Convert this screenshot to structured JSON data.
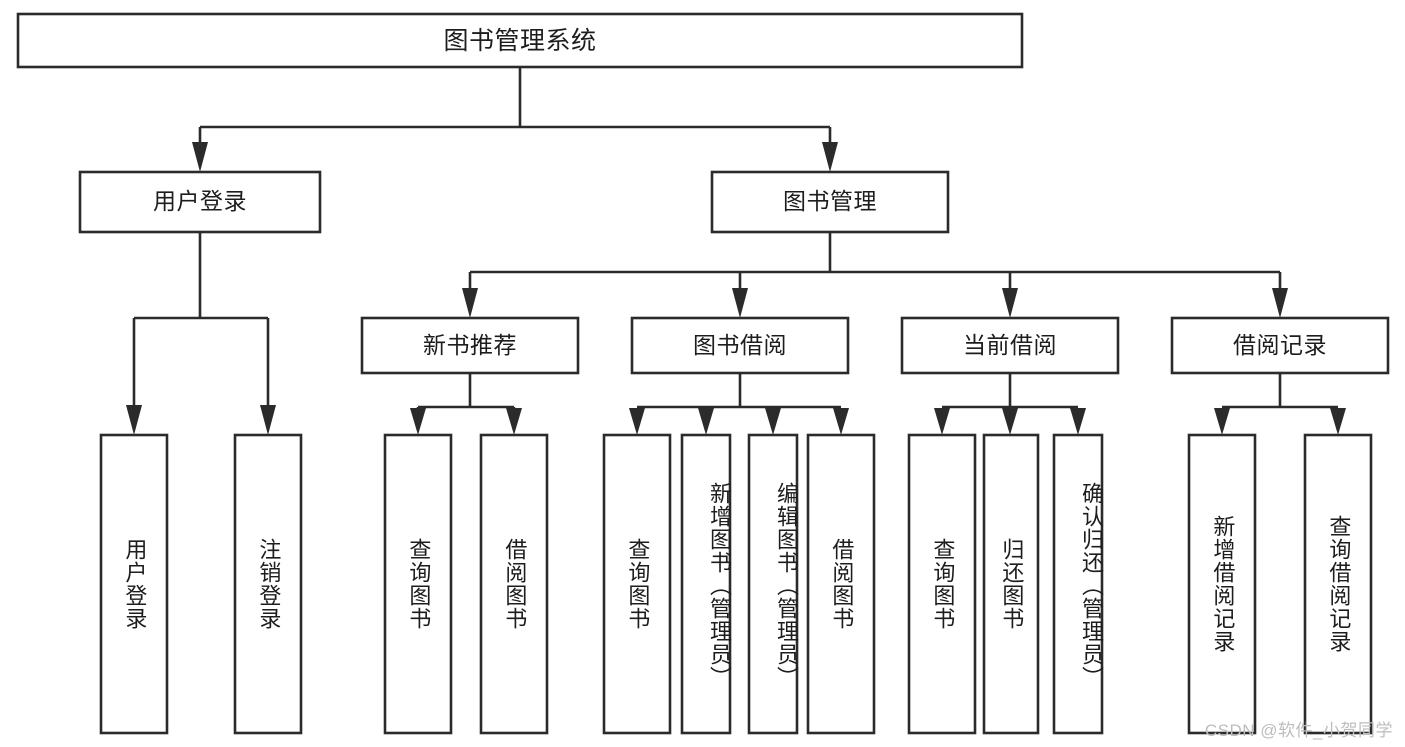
{
  "diagram": {
    "type": "tree",
    "title": "图书管理系统",
    "watermark": "CSDN @软件_小贺同学",
    "colors": {
      "stroke": "#2b2b2b",
      "box_fill": "#ffffff",
      "text": "#1d1d1d",
      "background": "#ffffff",
      "watermark": "#bdbdbd"
    },
    "root": {
      "label": "图书管理系统"
    },
    "level2": [
      {
        "label": "用户登录"
      },
      {
        "label": "图书管理"
      }
    ],
    "level3": [
      {
        "label": "新书推荐"
      },
      {
        "label": "图书借阅"
      },
      {
        "label": "当前借阅"
      },
      {
        "label": "借阅记录"
      }
    ],
    "leaves": {
      "user_login": [
        {
          "label": "用户登录"
        },
        {
          "label": "注销登录"
        }
      ],
      "new_book_recommend": [
        {
          "label": "查询图书"
        },
        {
          "label": "借阅图书"
        }
      ],
      "book_borrow": [
        {
          "label": "查询图书"
        },
        {
          "label": "新增图书（管理员）"
        },
        {
          "label": "编辑图书（管理员）"
        },
        {
          "label": "借阅图书"
        }
      ],
      "current_borrow": [
        {
          "label": "查询图书"
        },
        {
          "label": "归还图书"
        },
        {
          "label": "确认归还（管理员）"
        }
      ],
      "borrow_records": [
        {
          "label": "新增借阅记录"
        },
        {
          "label": "查询借阅记录"
        }
      ]
    }
  }
}
